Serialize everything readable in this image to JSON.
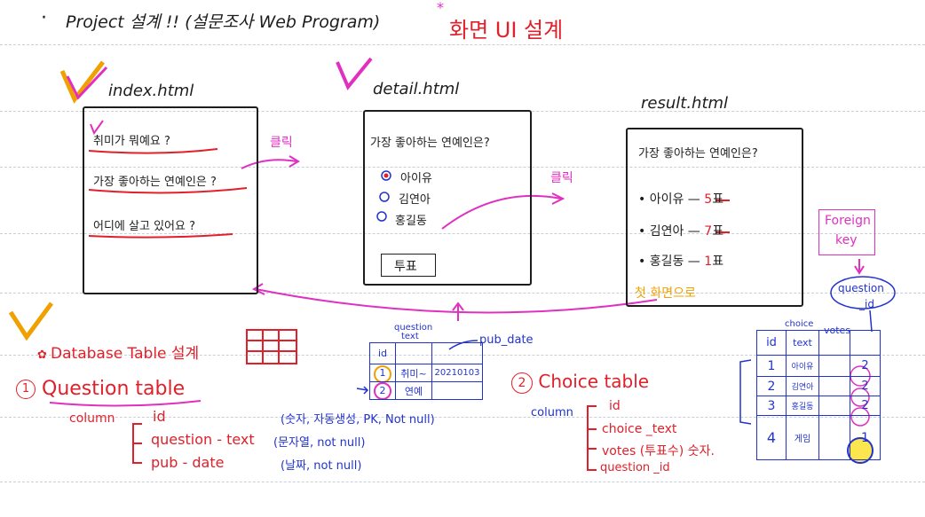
{
  "header": {
    "bullet": "·",
    "title": "Project 설계 !! (설문조사 Web Program)",
    "ui_title": "화면 UI 설계",
    "star": "*"
  },
  "index_page": {
    "filename": "index.html",
    "questions": [
      "취미가 뭐예요 ?",
      "가장 좋아하는 연예인은 ?",
      "어디에 살고 있어요 ?"
    ],
    "click_label": "클릭"
  },
  "detail_page": {
    "filename": "detail.html",
    "question": "가장 좋아하는 연예인은?",
    "options": [
      "아이유",
      "김연아",
      "홍길동"
    ],
    "vote_button": "투표",
    "click_label": "클릭"
  },
  "result_page": {
    "filename": "result.html",
    "question": "가장 좋아하는 연예인은?",
    "results": [
      {
        "name": "아이유",
        "votes": "5",
        "unit": "표"
      },
      {
        "name": "김연아",
        "votes": "7",
        "unit": "표"
      },
      {
        "name": "홍길동",
        "votes": "1",
        "unit": "표"
      }
    ],
    "back_link": "첫 화면으로"
  },
  "foreign_key": {
    "label_line1": "Foreign",
    "label_line2": "key",
    "question_id_line1": "question",
    "question_id_line2": "_id"
  },
  "database": {
    "heading": "Database Table 설계",
    "question_table": {
      "number": "1",
      "title": "Question table",
      "column_label": "column",
      "columns": [
        "id",
        "question - text",
        "pub - date"
      ],
      "notes": [
        "(숫자, 자동생성, PK, Not null)",
        "(문자열, not null)",
        "(날짜, not null)"
      ],
      "sketch": {
        "header_question": "question",
        "header_text": "text",
        "header_pubdate": "pub_date",
        "header_id": "id",
        "rows": [
          {
            "id": "1",
            "text": "취미~",
            "date": "20210103"
          },
          {
            "id": "2",
            "text": "연예",
            "date": ""
          }
        ]
      }
    },
    "choice_table": {
      "number": "2",
      "title": "Choice table",
      "column_label": "column",
      "columns": [
        "id",
        "choice _text",
        "votes (투표수) 숫자.",
        "question _id"
      ],
      "sketch": {
        "header_choice": "choice",
        "header_votes": "votes",
        "header_id": "id",
        "header_text": "text",
        "rows": [
          {
            "id": "1",
            "text": "아이유",
            "qid": "2"
          },
          {
            "id": "2",
            "text": "김연아",
            "qid": "2"
          },
          {
            "id": "3",
            "text": "홍길동",
            "qid": "2"
          },
          {
            "id": "4",
            "text": "게임",
            "qid": "1"
          }
        ]
      }
    }
  },
  "colors": {
    "ink": "#1d1d1d",
    "red": "#e0202a",
    "blue": "#2233cc",
    "magenta": "#e030c0",
    "orange": "#f0a000",
    "rule": "#c9cfd6"
  }
}
